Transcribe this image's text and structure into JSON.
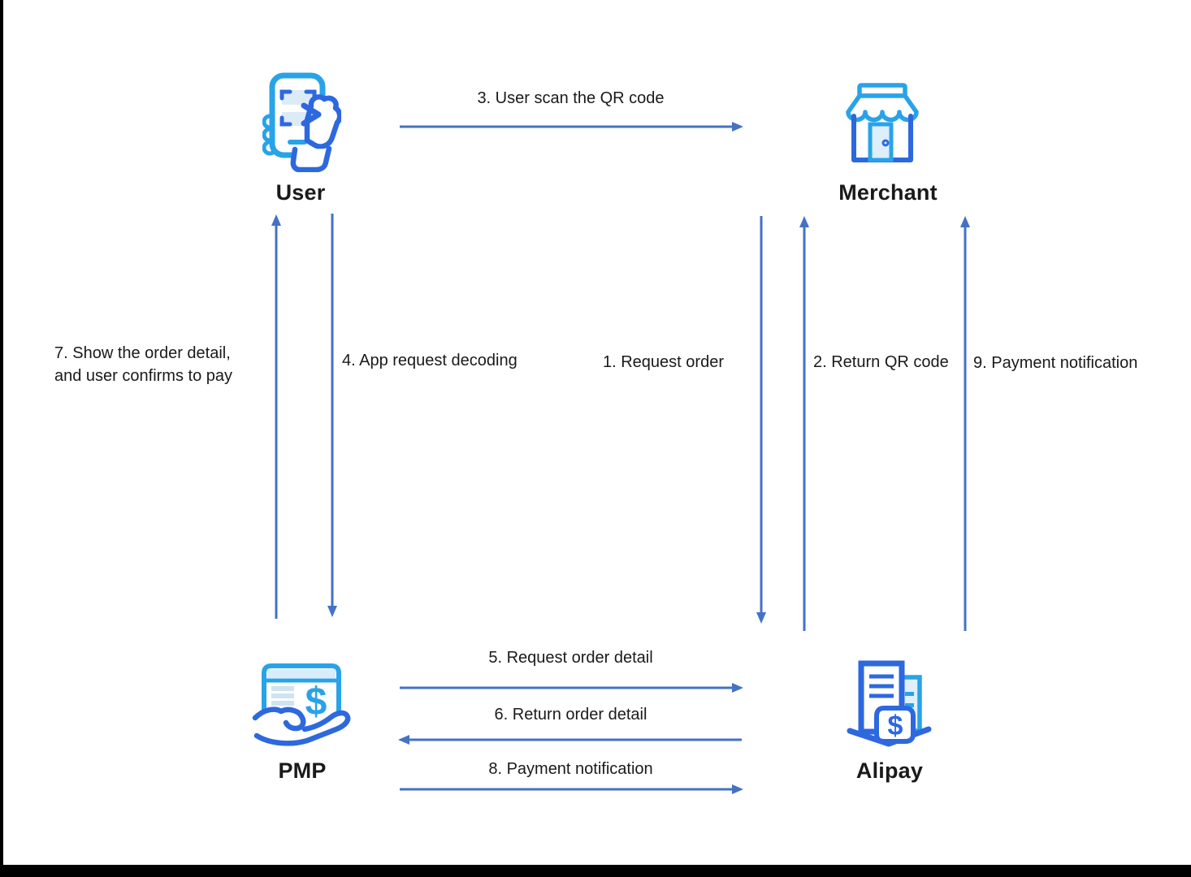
{
  "nodes": {
    "user": {
      "label": "User",
      "icon": "phone-qr-scan-icon"
    },
    "merchant": {
      "label": "Merchant",
      "icon": "storefront-icon"
    },
    "pmp": {
      "label": "PMP",
      "icon": "hand-holding-payment-icon"
    },
    "alipay": {
      "label": "Alipay",
      "icon": "buildings-dollar-icon"
    }
  },
  "flows": {
    "step1": {
      "label": "1. Request order",
      "from": "Merchant",
      "to": "Alipay",
      "direction": "down"
    },
    "step2": {
      "label": "2. Return QR code",
      "from": "Alipay",
      "to": "Merchant",
      "direction": "up"
    },
    "step3": {
      "label": "3. User scan the QR code",
      "from": "User",
      "to": "Merchant",
      "direction": "right"
    },
    "step4": {
      "label": "4. App request decoding",
      "from": "User",
      "to": "PMP",
      "direction": "down"
    },
    "step5": {
      "label": "5. Request order detail",
      "from": "PMP",
      "to": "Alipay",
      "direction": "right"
    },
    "step6": {
      "label": "6. Return order detail",
      "from": "Alipay",
      "to": "PMP",
      "direction": "left"
    },
    "step7": {
      "label": "7. Show the order detail,\nand user confirms to pay",
      "from": "PMP",
      "to": "User",
      "direction": "up"
    },
    "step8": {
      "label": "8. Payment notification",
      "from": "PMP",
      "to": "Alipay",
      "direction": "right"
    },
    "step9": {
      "label": "9. Payment notification",
      "from": "Alipay",
      "to": "Merchant",
      "direction": "up"
    }
  },
  "colors": {
    "arrow": "#4472C4",
    "icon_dark_blue": "#2D68DF",
    "icon_light_blue": "#29A3E8",
    "icon_fill": "#DCEBF8",
    "text": "#1A1A1A"
  }
}
